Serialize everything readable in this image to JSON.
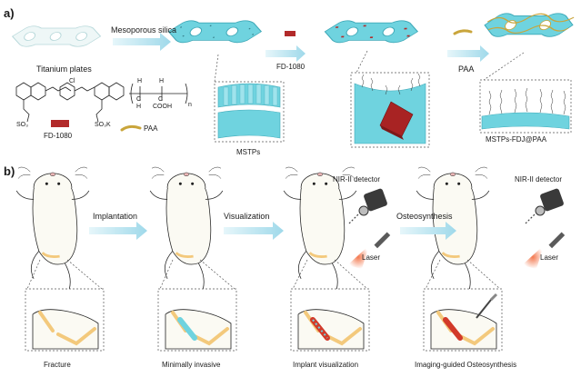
{
  "panel_a": {
    "letter": "a)",
    "titanium_label": "Titanium plates",
    "step1_label": "Mesoporous silica",
    "step2_label": "FD-1080",
    "step3_label": "PAA",
    "mstps_label": "MSTPs",
    "final_label": "MSTPs-FDJ@PAA",
    "legend_fd_label": "FD-1080",
    "legend_paa_label": "PAA",
    "chem_cl": "Cl",
    "chem_so3": "SO₃",
    "chem_so3k": "SO₃K",
    "chem_h": "H",
    "chem_c": "C",
    "chem_cooh": "COOH",
    "chem_n": "n"
  },
  "panel_b": {
    "letter": "b)",
    "arrow1_label": "Implantation",
    "arrow2_label": "Visualization",
    "arrow3_label": "Osteosynthesis",
    "detector_label": "NIR-II detector",
    "laser_label": "Laser",
    "captions": [
      "Fracture",
      "Minimally invasive",
      "Implant visualization",
      "Imaging-guided Osteosynthesis"
    ]
  },
  "colors": {
    "silica": "#6fd3df",
    "silica_dark": "#3fa9b8",
    "titanium": "#d7eef0",
    "dye": "#b22a2a",
    "paa": "#c9a53b",
    "arrow": "#bfe6f2",
    "bone": "#f3c97c",
    "laser": "#f07a4e"
  }
}
